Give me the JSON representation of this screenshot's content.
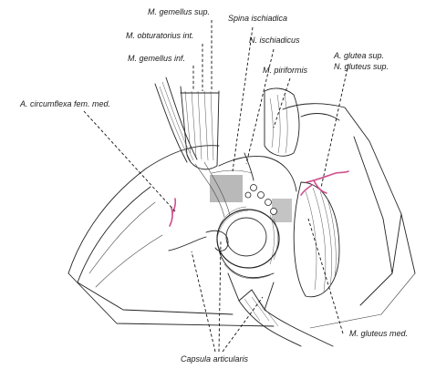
{
  "labels": {
    "gemellus_sup": "M. gemellus sup.",
    "spina_ischiadica": "Spina ischiadica",
    "obturatorius_int": "M. obturatorius int.",
    "n_ischiadicus": "N. ischiadicus",
    "gemellus_inf": "M. gemellus inf.",
    "piriformis": "M. piriformis",
    "glutea_sup": "A. glutea sup.",
    "n_gluteus_sup": "N. gluteus sup.",
    "circumflexa": "A. circumflexa fem. med.",
    "gluteus_med": "M. gluteus med.",
    "capsula": "Capsula articularis"
  },
  "colors": {
    "vessel": "#d0508e",
    "bone_shade": "#b9b9b9",
    "line": "#222222"
  }
}
